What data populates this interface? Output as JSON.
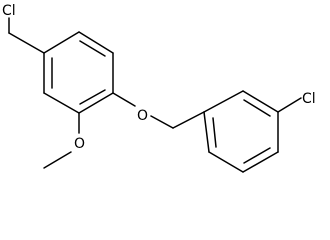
{
  "molecule": {
    "atoms": {
      "chloromethyl_cl": "Cl",
      "ether_o": "O",
      "methoxy_o": "O",
      "aryl_cl": "Cl"
    },
    "colors": {
      "bond": "#000000",
      "label": "#000000",
      "background": "#ffffff"
    }
  }
}
